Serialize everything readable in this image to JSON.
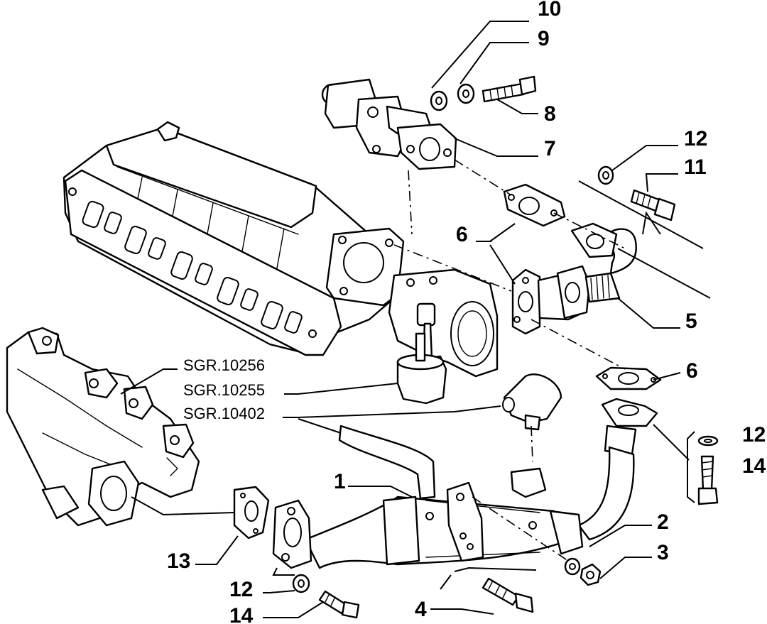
{
  "callouts": {
    "c1": "1",
    "c2": "2",
    "c3": "3",
    "c4": "4",
    "c5": "5",
    "c6a": "6",
    "c6b": "6",
    "c7": "7",
    "c8": "8",
    "c9": "9",
    "c10": "10",
    "c11": "11",
    "c12a": "12",
    "c12b": "12",
    "c12c": "12",
    "c13": "13",
    "c14a": "14",
    "c14b": "14"
  },
  "references": {
    "r1": "SGR.10256",
    "r2": "SGR.10255",
    "r3": "SGR.10402"
  }
}
